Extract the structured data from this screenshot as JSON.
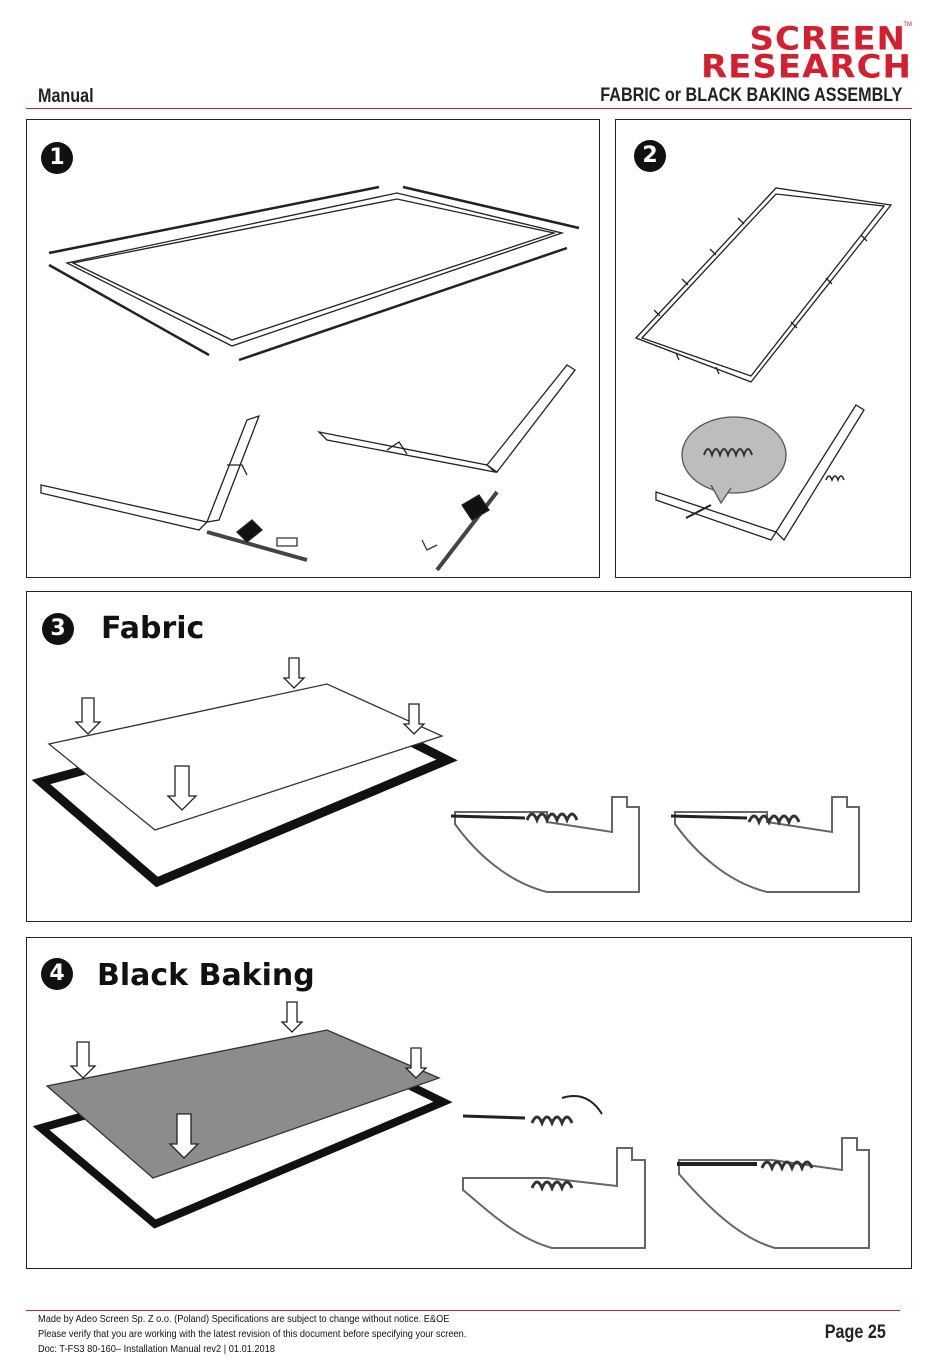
{
  "header": {
    "logo_line1": "SCREEN",
    "logo_line2": "RESEARCH",
    "logo_tm": "TM",
    "section_label": "Manual",
    "doc_title": "FABRIC or BLACK BAKING ASSEMBLY"
  },
  "steps": [
    {
      "number": "1",
      "title": ""
    },
    {
      "number": "2",
      "title": ""
    },
    {
      "number": "3",
      "title": "Fabric"
    },
    {
      "number": "4",
      "title": "Black Baking"
    }
  ],
  "footer": {
    "line1": "Made by Adeo Screen Sp. Z o.o. (Poland) Specifications are subject to change without notice. E&OE",
    "line2": "Please verify that you are working with the latest revision of this document before specifying your screen.",
    "line3": "Doc: T-FS3 80-160– Installation Manual rev2 | 01.01.2018",
    "page": "Page 25"
  },
  "colors": {
    "brand_red": "#d4202e",
    "black_baking_grey": "#8c8c8c"
  }
}
